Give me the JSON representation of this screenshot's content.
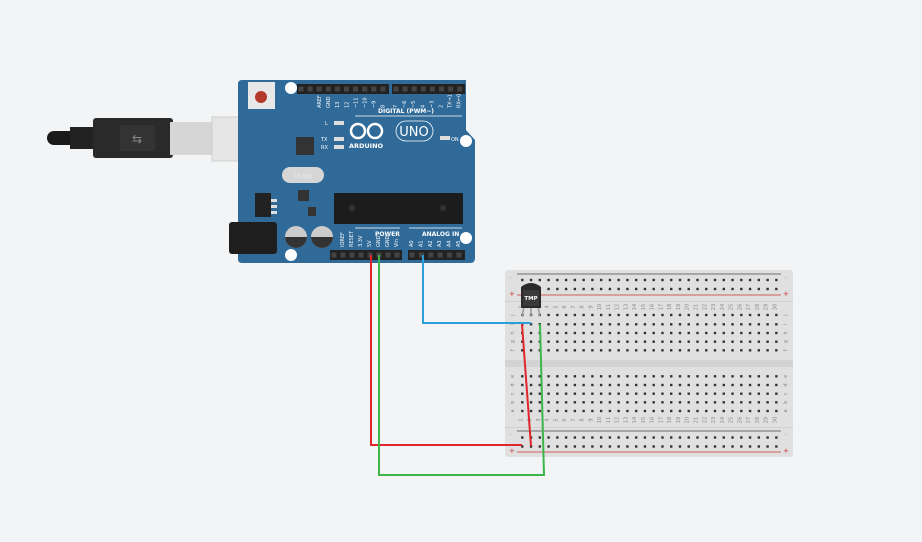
{
  "colors": {
    "background": "#f3f4f6",
    "board": "#2f6a99",
    "breadboard": "#e0e0e0",
    "wire_red": "#e0262b",
    "wire_green": "#3cb54a",
    "wire_blue": "#2b9fd8"
  },
  "arduino": {
    "brand": "ARDUINO",
    "model": "UNO",
    "digital_label": "DIGITAL (PWM~)",
    "power_label": "POWER",
    "analog_label": "ANALOG IN",
    "led_labels": [
      "L",
      "TX",
      "RX",
      "ON"
    ],
    "crystal_label": "16.000",
    "digital_pins_left": [
      "AREF",
      "GND",
      "13",
      "12",
      "~11",
      "~10",
      "~9",
      "8"
    ],
    "digital_pins_right": [
      "7",
      "~6",
      "~5",
      "4",
      "~3",
      "2",
      "TX→1",
      "RX←0"
    ],
    "power_pins": [
      "IOREF",
      "RESET",
      "3.3V",
      "5V",
      "GND",
      "GND",
      "Vin"
    ],
    "analog_pins": [
      "A0",
      "A1",
      "A2",
      "A3",
      "A4",
      "A5"
    ]
  },
  "sensor": {
    "label": "TMP"
  },
  "breadboard": {
    "row_letters_top": [
      "j",
      "i",
      "h",
      "g",
      "f"
    ],
    "row_letters_bottom": [
      "e",
      "d",
      "c",
      "b",
      "a"
    ],
    "columns": [
      "1",
      "2",
      "3",
      "4",
      "5",
      "6",
      "7",
      "8",
      "9",
      "10",
      "11",
      "12",
      "13",
      "14",
      "15",
      "16",
      "17",
      "18",
      "19",
      "20",
      "21",
      "22",
      "23",
      "24",
      "25",
      "26",
      "27",
      "28",
      "29",
      "30"
    ],
    "rail_minus": "-",
    "rail_plus": "+"
  }
}
